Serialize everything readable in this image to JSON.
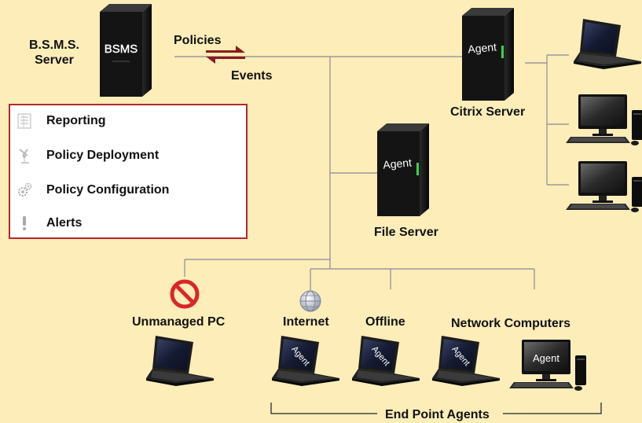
{
  "nodes": {
    "bsms_server": {
      "label_line1": "B.S.M.S.",
      "label_line2": "Server",
      "screen_text": "BSMS"
    },
    "citrix_server": {
      "label": "Citrix Server",
      "screen_text": "Agent"
    },
    "file_server": {
      "label": "File Server",
      "screen_text": "Agent"
    },
    "unmanaged_pc": {
      "label": "Unmanaged PC"
    },
    "internet": {
      "label": "Internet",
      "screen_text": "Agent"
    },
    "offline": {
      "label": "Offline",
      "screen_text": "Agent"
    },
    "network_computers": {
      "label": "Network Computers",
      "laptop_screen_text": "Agent",
      "desktop_screen_text": "Agent"
    }
  },
  "flows": {
    "outgoing": "Policies",
    "incoming": "Events"
  },
  "legend": {
    "items": [
      {
        "label": "Reporting",
        "icon": "report-icon"
      },
      {
        "label": "Policy Deployment",
        "icon": "deployment-icon"
      },
      {
        "label": "Policy Configuration",
        "icon": "gears-icon"
      },
      {
        "label": "Alerts",
        "icon": "exclamation-icon"
      }
    ]
  },
  "group_label": "End Point Agents",
  "colors": {
    "background": "#fdedb9",
    "legend_border": "#b3282d",
    "arrow_red": "#8b1a1a",
    "server_body": "#141414",
    "laptop_screen": "#1b2340",
    "prohibited_red": "#d9262b",
    "line": "#9a9a9a"
  }
}
